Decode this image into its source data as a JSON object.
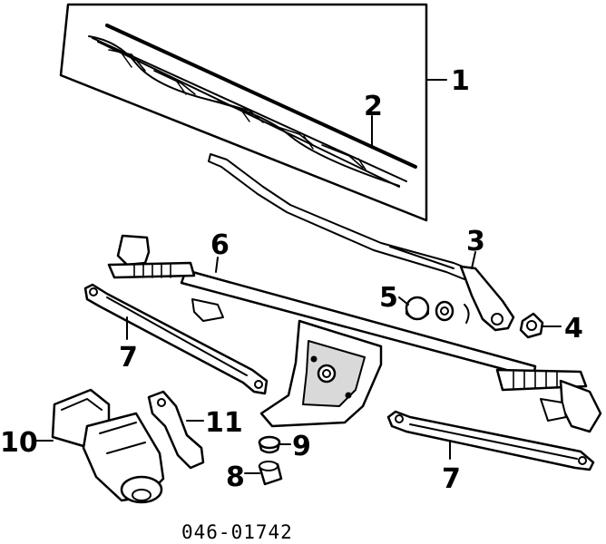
{
  "callouts": {
    "c1": "1",
    "c2": "2",
    "c3": "3",
    "c4": "4",
    "c5": "5",
    "c6": "6",
    "c7a": "7",
    "c7b": "7",
    "c8": "8",
    "c9": "9",
    "c10": "10",
    "c11": "11"
  },
  "diagram_code": "046-01742"
}
